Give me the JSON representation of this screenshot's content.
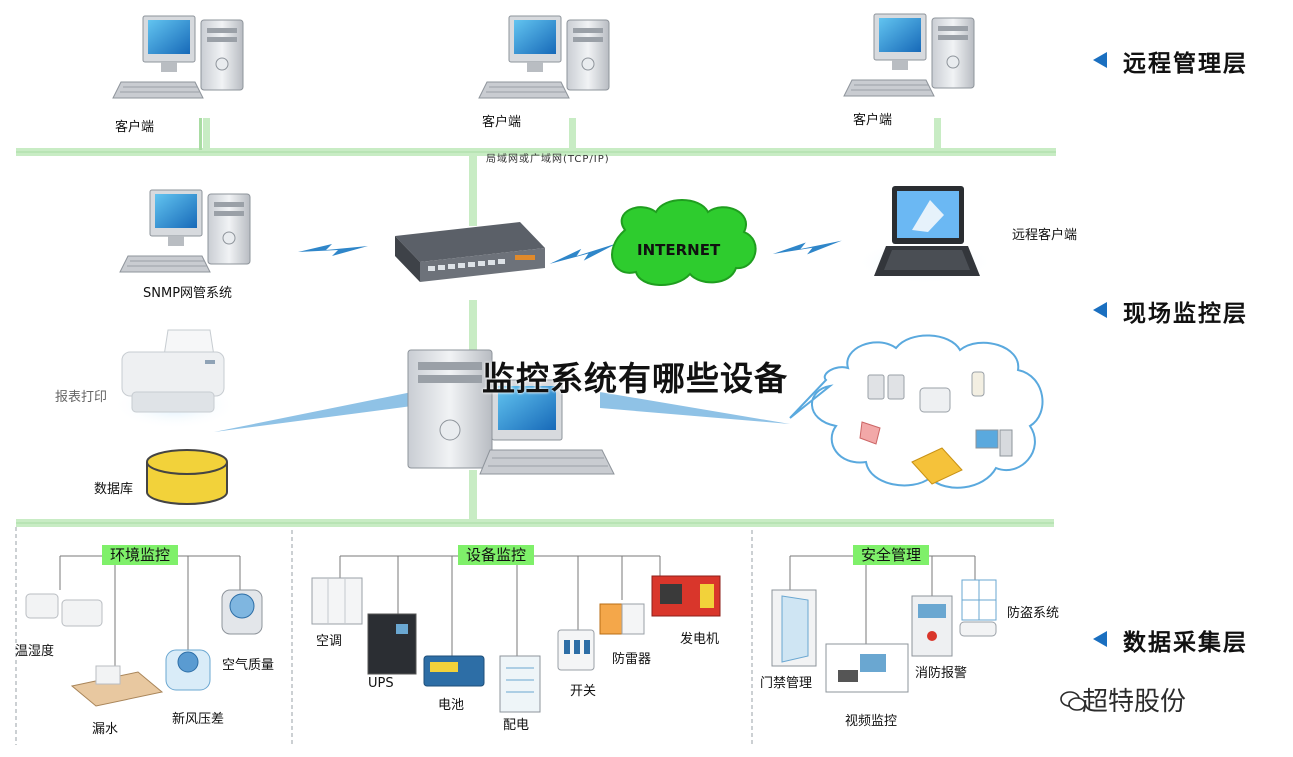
{
  "overlay_title": "监控系统有哪些设备",
  "layers": {
    "remote": "远程管理层",
    "site": "现场监控层",
    "data": "数据采集层"
  },
  "top": {
    "clients": [
      "客户端",
      "客户端",
      "客户端"
    ],
    "bus_label": "局域网或广域网(TCP/IP)"
  },
  "middle": {
    "snmp": "SNMP网管系统",
    "internet": "INTERNET",
    "remote_client": "远程客户端",
    "printer": "报表打印",
    "database": "数据库"
  },
  "groups": {
    "env": {
      "title": "环境监控",
      "items": {
        "humidity": "温湿度",
        "leak": "漏水",
        "fresh_air": "新风压差",
        "air_quality": "空气质量"
      }
    },
    "equip": {
      "title": "设备监控",
      "items": {
        "ac": "空调",
        "ups": "UPS",
        "battery": "电池",
        "power": "配电",
        "switch": "开关",
        "lightning": "防雷器",
        "generator": "发电机"
      }
    },
    "security": {
      "title": "安全管理",
      "items": {
        "access": "门禁管理",
        "video": "视频监控",
        "fire": "消防报警",
        "burglar": "防盗系统"
      }
    }
  },
  "watermark": "超特股份",
  "colors": {
    "bus_green": "#c8ecc4",
    "tag_green": "#7ff06a",
    "arrow_blue": "#2f86c9",
    "layer_triangle": "#1a6fc0",
    "cloud_green": "#2ecc2e",
    "database_yellow": "#f2d23a"
  },
  "icons": {
    "client": "desktop-computer-icon",
    "switch": "network-switch-icon",
    "laptop": "laptop-icon",
    "printer": "printer-icon",
    "database": "database-cylinder-icon",
    "server": "monitoring-server-icon"
  }
}
